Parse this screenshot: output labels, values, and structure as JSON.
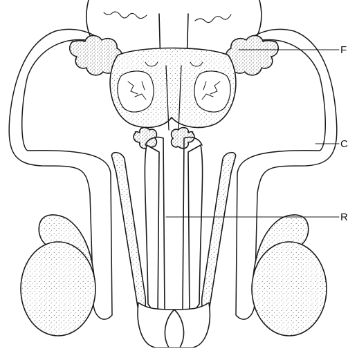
{
  "diagram": {
    "kind": "anatomical line drawing",
    "ink_color": "#1a1a1a",
    "background": "#ffffff",
    "labels": [
      {
        "id": "label-top",
        "text": "F"
      },
      {
        "id": "label-mid",
        "text": "C"
      },
      {
        "id": "label-bottom",
        "text": "R"
      }
    ]
  }
}
